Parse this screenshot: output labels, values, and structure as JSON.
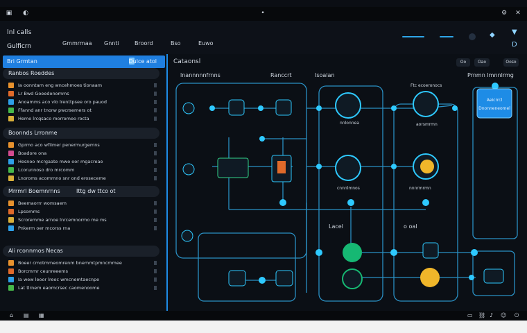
{
  "window": {
    "brand": "lnl calls",
    "section": "Gulficrn",
    "menu": [
      "Gmmrmaa",
      "Gnnti",
      "Broord",
      "Bso",
      "Euwo"
    ],
    "sys_icons": [
      "window-icon",
      "back-icon",
      "settings-icon",
      "close-icon"
    ]
  },
  "sidebar": {
    "top_label": "Bri Grmtan",
    "top_right": "Dulce atol",
    "sections": [
      {
        "label": "Ranbos Roeddes",
        "items": [
          {
            "text": "Ia oonntam eng wncehmoes tionaam",
            "color": "#e8922e"
          },
          {
            "text": "Lr Bwd Goeedonomms",
            "color": "#e06a2a"
          },
          {
            "text": "Anoamms aco vlo lrenttpsee oro pauod",
            "color": "#2ea0e8"
          },
          {
            "text": "Ffannd anr tnorw pwcrsemers ot",
            "color": "#46b84a"
          },
          {
            "text": "Hemo lrcqsaco morromeo rocta",
            "color": "#d9b03a"
          }
        ]
      },
      {
        "label": "Boonnds Lrronme",
        "items": [
          {
            "text": "Gprmo aco wfiimer penermurgemns",
            "color": "#e8922e"
          },
          {
            "text": "Boadore ona",
            "color": "#d44b8f"
          },
          {
            "text": "Hesnoo mcrgaate mwo oor mgacreae",
            "color": "#2ea0e8"
          },
          {
            "text": "Lcorunnoso dro mrcomm",
            "color": "#46b84a"
          },
          {
            "text": "Lnoroms acommno snr ond eroseceme",
            "color": "#d9b03a"
          }
        ]
      },
      {
        "label": "Mrrmrl Boemnrnns",
        "right": "Ittg dw ttco ot",
        "items": [
          {
            "text": "Beemaorrr womsaem",
            "color": "#e8922e"
          },
          {
            "text": "Lpsomms",
            "color": "#e06a2a"
          },
          {
            "text": "Scroremme arnoe lnrcemnormo me ms",
            "color": "#d9b03a"
          },
          {
            "text": "Pnkerm oer mcorss rna",
            "color": "#2ea0e8"
          }
        ]
      },
      {
        "label": "Ali rconnmos Necas",
        "items": [
          {
            "text": "Boeer cmotmmeomrenm bnemmtpmncmmee",
            "color": "#e8922e"
          },
          {
            "text": "Borcmmr ceunreeems",
            "color": "#e06a2a"
          },
          {
            "text": "Ia wew leoor lreoc wmcnemtaecnpe",
            "color": "#2ea0e8"
          },
          {
            "text": "Lat tlrnem eaomcrsec caomenoome",
            "color": "#46b84a"
          }
        ]
      }
    ]
  },
  "canvas": {
    "title": "Cataonsl",
    "col_labels": [
      "lnannnnnfrnns",
      "Ranccrt",
      "Isoalan",
      "Prnmn Imnnlrmg"
    ],
    "col_extra": "Ftc ecoeronocs",
    "mid_labels": [
      "Lacel",
      "o oal"
    ],
    "node_captions": [
      "nnlonnea",
      "aorsmrmn",
      "cnnnlmnos",
      "nnnrmrmn"
    ],
    "top_right_tabs": [
      "Oo",
      "Oao",
      "Ooso"
    ],
    "focus_card": {
      "title": "Aeicrrcl",
      "subtitle": "Dnonneneomel"
    },
    "accent_color": "#2ec9ff"
  },
  "footer": {
    "left_icons": [
      "home-icon",
      "file-icon",
      "grid-icon"
    ],
    "right_icons": [
      "monitor-icon",
      "link-icon",
      "mic-icon",
      "user-icon",
      "power-icon"
    ]
  }
}
